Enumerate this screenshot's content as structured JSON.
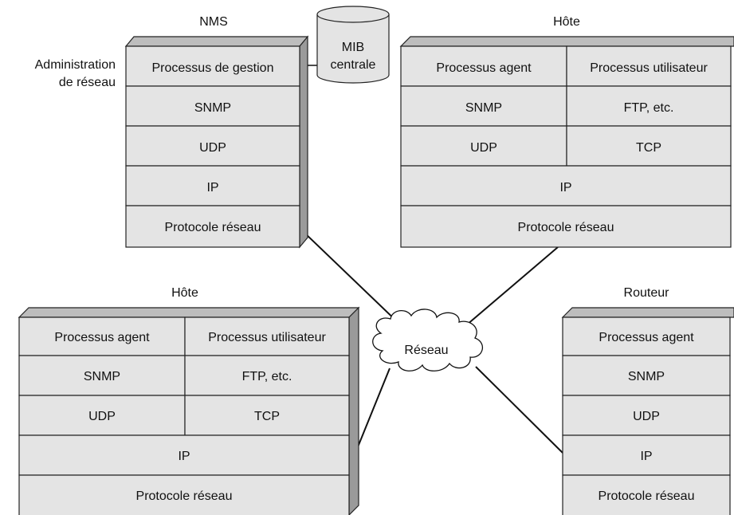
{
  "nms": {
    "title": "NMS",
    "side_label_1": "Administration",
    "side_label_2": "de réseau",
    "layers": [
      "Processus de gestion",
      "SNMP",
      "UDP",
      "IP",
      "Protocole réseau"
    ],
    "mib_line1": "MIB",
    "mib_line2": "centrale"
  },
  "host_right": {
    "title": "Hôte",
    "row1": [
      "Processus agent",
      "Processus utilisateur"
    ],
    "row2": [
      "SNMP",
      "FTP, etc."
    ],
    "row3": [
      "UDP",
      "TCP"
    ],
    "row4": "IP",
    "row5": "Protocole réseau"
  },
  "host_left": {
    "title": "Hôte",
    "row1": [
      "Processus agent",
      "Processus utilisateur"
    ],
    "row2": [
      "SNMP",
      "FTP, etc."
    ],
    "row3": [
      "UDP",
      "TCP"
    ],
    "row4": "IP",
    "row5": "Protocole réseau"
  },
  "router": {
    "title": "Routeur",
    "layers": [
      "Processus agent",
      "SNMP",
      "UDP",
      "IP",
      "Protocole réseau"
    ]
  },
  "network": {
    "label": "Réseau"
  }
}
